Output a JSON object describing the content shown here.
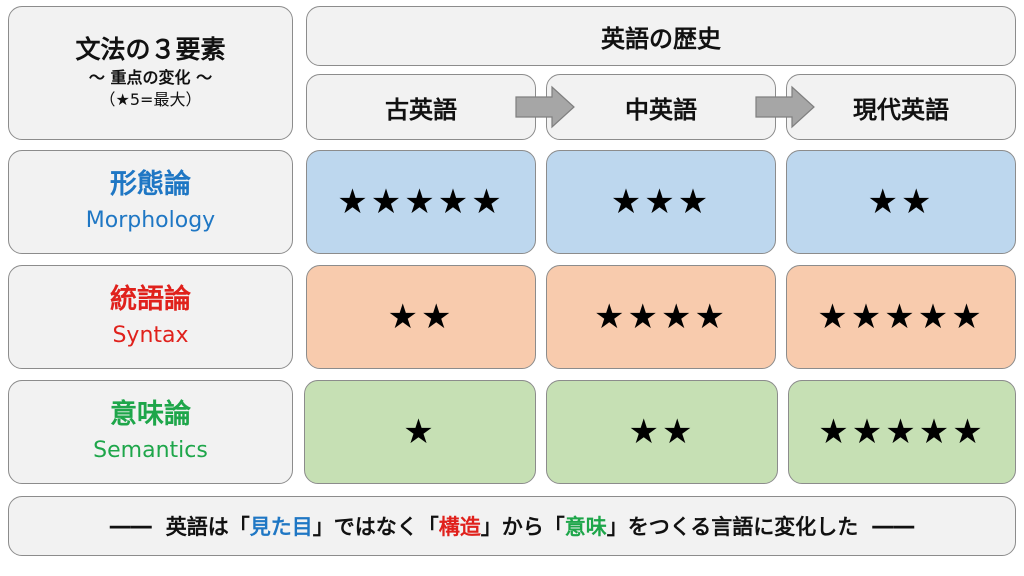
{
  "title": {
    "main": "文法の３要素",
    "sub": "〜 重点の変化 〜",
    "note": "（★5=最大）"
  },
  "history": {
    "header": "英語の歴史",
    "periods": [
      "古英語",
      "中英語",
      "現代英語"
    ]
  },
  "rows": [
    {
      "ja": "形態論",
      "en": "Morphology",
      "ratings": [
        "★★★★★",
        "★★★",
        "★★"
      ],
      "color": "#1f77c4",
      "fill": "#bdd7ee"
    },
    {
      "ja": "統語論",
      "en": "Syntax",
      "ratings": [
        "★★",
        "★★★★",
        "★★★★★"
      ],
      "color": "#e0211c",
      "fill": "#f8cbad"
    },
    {
      "ja": "意味論",
      "en": "Semantics",
      "ratings": [
        "★",
        "★★",
        "★★★★★"
      ],
      "color": "#1ea64a",
      "fill": "#c6e0b4"
    }
  ],
  "conclusion": {
    "dash_left": "――",
    "p1": "英語は「",
    "h1": "見た目",
    "p2": "」ではなく「",
    "h2": "構造",
    "p3": "」から「",
    "h3": "意味",
    "p4": "」をつくる言語に変化した",
    "dash_right": "――"
  },
  "icons": {
    "arrow": "arrow-right-icon"
  },
  "colors": {
    "panel": "#f2f2f2",
    "border": "#8c8c8c",
    "arrow": "#a6a6a6"
  }
}
